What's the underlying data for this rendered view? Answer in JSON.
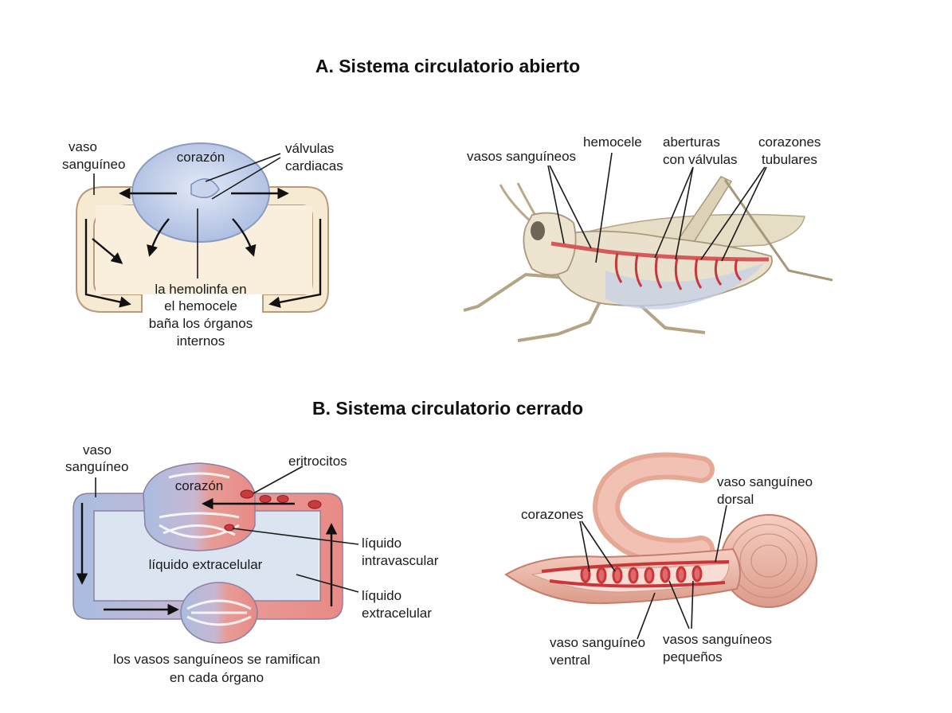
{
  "section_a": {
    "title": "A. Sistema circulatorio abierto",
    "open_diagram": {
      "vessel": [
        "vaso",
        "sanguíneo"
      ],
      "heart": "corazón",
      "valves": [
        "válvulas",
        "cardiacas"
      ],
      "hemolymph": [
        "la hemolinfa en",
        "el hemocele",
        "baña los órganos",
        "internos"
      ]
    },
    "grasshopper": {
      "vessels": "vasos sanguíneos",
      "hemocoel": "hemocele",
      "openings": [
        "aberturas",
        "con válvulas"
      ],
      "tubular_hearts": [
        "corazones",
        "tubulares"
      ]
    }
  },
  "section_b": {
    "title": "B. Sistema circulatorio cerrado",
    "closed_diagram": {
      "vessel": [
        "vaso",
        "sanguíneo"
      ],
      "heart": "corazón",
      "erythrocytes": "eritrocitos",
      "intravascular": [
        "líquido",
        "intravascular"
      ],
      "extracellular_inner": "líquido extracelular",
      "extracellular_side": [
        "líquido",
        "extracelular"
      ],
      "caption": [
        "los vasos sanguíneos se ramifican",
        "en cada órgano"
      ]
    },
    "earthworm": {
      "dorsal": [
        "vaso sanguíneo",
        "dorsal"
      ],
      "hearts": "corazones",
      "ventral": [
        "vaso sanguíneo",
        "ventral"
      ],
      "small_vessels": [
        "vasos sanguíneos",
        "pequeños"
      ]
    }
  },
  "colors": {
    "hemolymph_fill": "#f7ead2",
    "heart_blue": "#b9c8e6",
    "oxygen_poor": "#a9bde0",
    "oxygen_rich": "#e88a86",
    "worm_pink": "#f0b8a8",
    "vessel_red": "#c9363a"
  }
}
